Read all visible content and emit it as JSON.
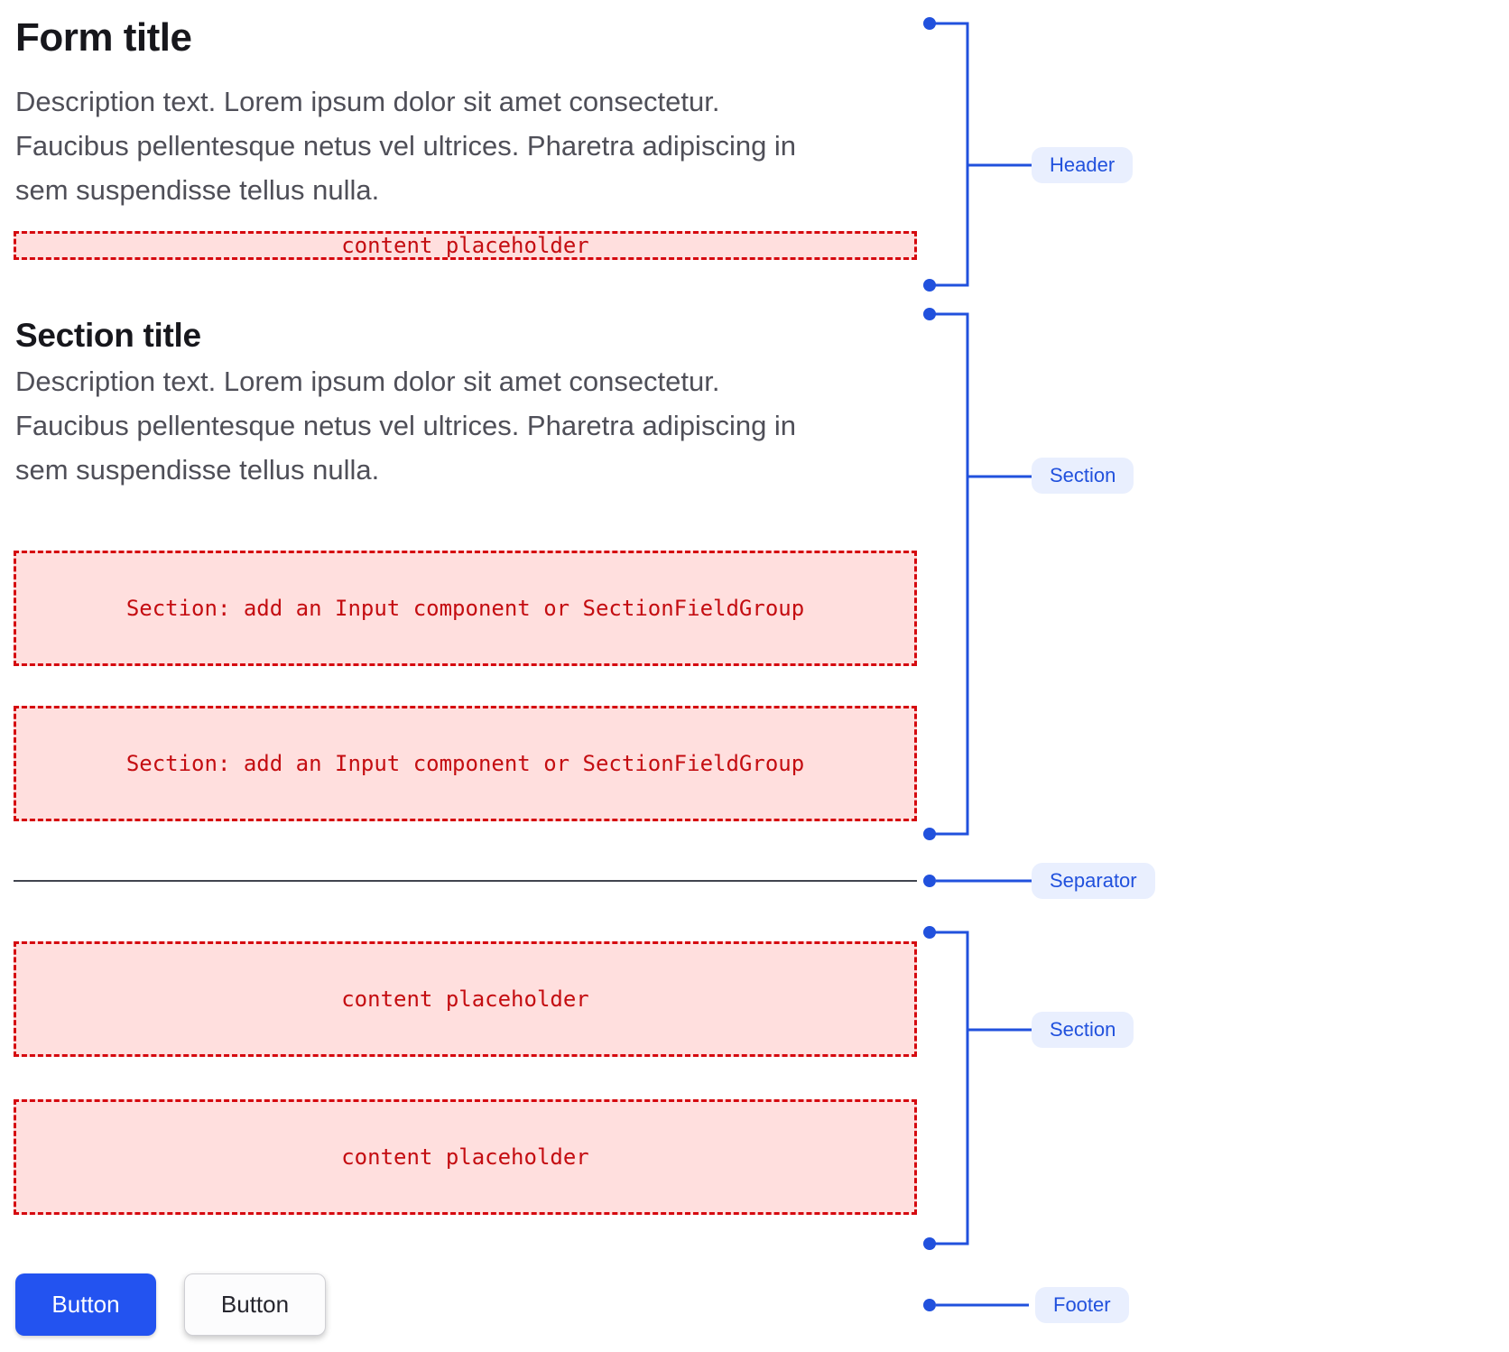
{
  "colors": {
    "annotation_accent": "#2151dd",
    "annotation_pill_bg": "#e9effe",
    "placeholder_bg": "#ffdfde",
    "placeholder_border": "#d5090f",
    "placeholder_text": "#c40d11",
    "primary_button_bg": "#2353f0",
    "separator": "#41454f"
  },
  "header": {
    "title": "Form title",
    "description": "Description text. Lorem ipsum dolor sit amet consectetur. Faucibus pellentesque netus vel ultrices. Pharetra adipiscing in sem suspendisse tellus nulla.",
    "placeholder": "content placeholder"
  },
  "section1": {
    "title": "Section title",
    "description": "Description text. Lorem ipsum dolor sit amet consectetur. Faucibus pellentesque netus vel ultrices. Pharetra adipiscing in sem suspendisse tellus nulla.",
    "placeholders": [
      "Section: add an Input component or SectionFieldGroup",
      "Section: add an Input component or SectionFieldGroup"
    ]
  },
  "section2": {
    "placeholders": [
      "content placeholder",
      "content placeholder"
    ]
  },
  "footer": {
    "buttons": [
      {
        "label": "Button",
        "variant": "primary"
      },
      {
        "label": "Button",
        "variant": "secondary"
      }
    ]
  },
  "annotations": {
    "labels": [
      {
        "text": "Header"
      },
      {
        "text": "Section"
      },
      {
        "text": "Separator"
      },
      {
        "text": "Section"
      },
      {
        "text": "Footer"
      }
    ]
  }
}
